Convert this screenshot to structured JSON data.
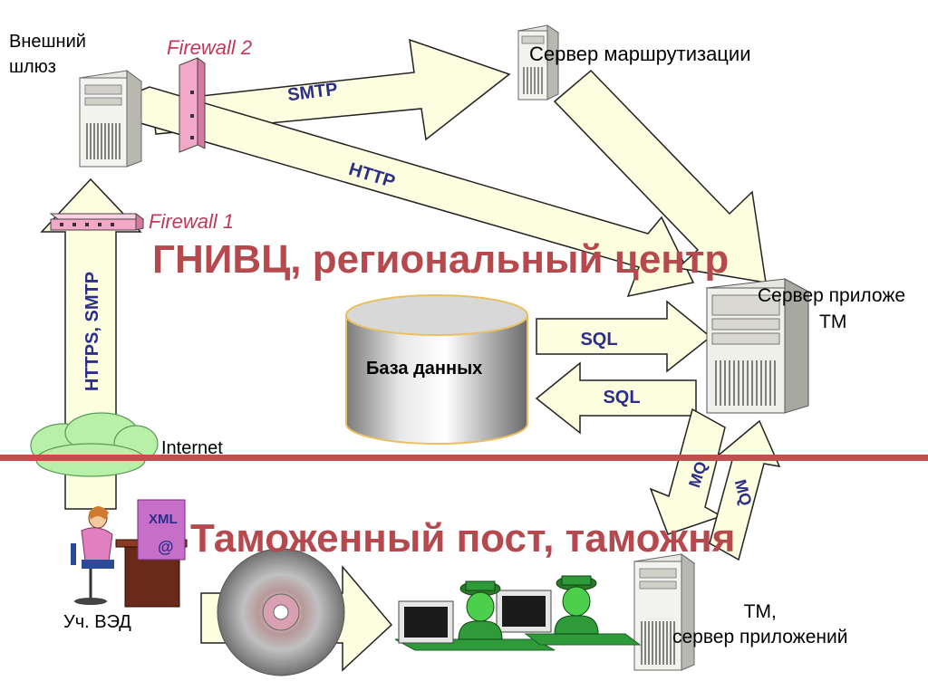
{
  "labels": {
    "external_gateway": [
      "Внешний",
      "шлюз"
    ],
    "firewall2": "Firewall 2",
    "firewall1": "Firewall 1",
    "routing_server": "Сервер маршрутизации",
    "app_server_tm": [
      "Сервер приложе",
      "ТМ"
    ],
    "database": "База данных",
    "internet": "Internet",
    "uch_ved": "Уч. ВЭД",
    "tm_app_server": [
      "ТМ,",
      "сервер приложений"
    ],
    "xml": "XML",
    "at": "@"
  },
  "zones": {
    "regional": "ГНИВЦ, региональный центр",
    "customs": "Таможенный пост, таможня"
  },
  "arrows": {
    "smtp": "SMTP",
    "http": "HTTP",
    "https_smtp": "HTTPS, SMTP",
    "sql_in": "SQL",
    "sql_out": "SQL",
    "mq_down": "MQ",
    "mq_up": "MQ"
  },
  "colors": {
    "arrow_fill": "#fdfde0",
    "arrow_stroke": "#222222",
    "zone_text": "#b5494e",
    "divider": "#c0504d",
    "firewall": "#c0395a",
    "arrow_label": "#2b2f8a"
  }
}
